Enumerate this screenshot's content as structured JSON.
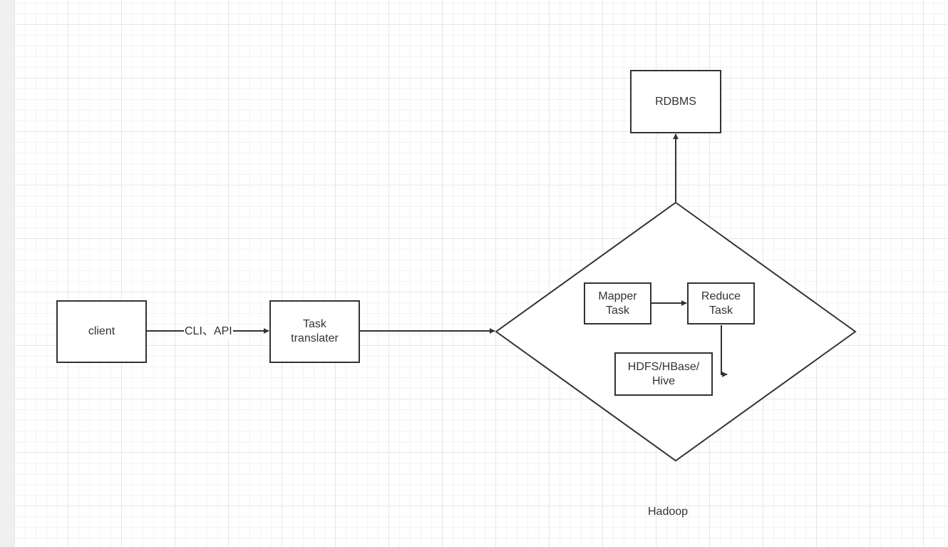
{
  "diagram": {
    "nodes": {
      "client": "client",
      "task_translater": "Task\ntranslater",
      "rdbms": "RDBMS",
      "mapper_task": "Mapper\nTask",
      "reduce_task": "Reduce\nTask",
      "storage": "HDFS/HBase/\nHive"
    },
    "edges": {
      "client_to_translater": "CLI、API"
    },
    "hadoop_label": "Hadoop"
  }
}
